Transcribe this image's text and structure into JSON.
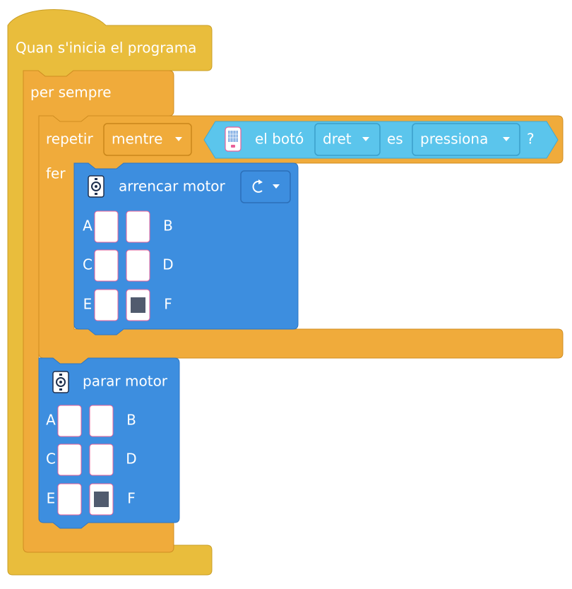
{
  "colors": {
    "hat_yellow": "#E9BD3C",
    "control_orange": "#F0AB3B",
    "motor_blue": "#3D8EDF",
    "sensor_cyan": "#5BC5EC",
    "port_off": "#FFFFFF",
    "port_on": "#515B6E",
    "port_border": "#E9619A"
  },
  "hat_block": {
    "label": "Quan s'inicia el programa"
  },
  "forever_block": {
    "label": "per sempre"
  },
  "repeat_block": {
    "label": "repetir",
    "do_label": "fer",
    "mode_dropdown": {
      "value": "mentre"
    },
    "condition": {
      "icon": "phone-icon",
      "label": "el botó",
      "button_dropdown": {
        "value": "dret"
      },
      "is_label": "es",
      "state_dropdown": {
        "value": "pressiona"
      },
      "question": "?"
    }
  },
  "start_motor_block": {
    "icon": "motor-icon",
    "label": "arrencar motor",
    "direction_dropdown": {
      "icon": "rotate-clockwise-icon"
    },
    "ports": [
      {
        "name": "A",
        "selected": false
      },
      {
        "name": "B",
        "selected": false
      },
      {
        "name": "C",
        "selected": false
      },
      {
        "name": "D",
        "selected": false
      },
      {
        "name": "E",
        "selected": false
      },
      {
        "name": "F",
        "selected": true
      }
    ]
  },
  "stop_motor_block": {
    "icon": "motor-icon",
    "label": "parar motor",
    "ports": [
      {
        "name": "A",
        "selected": false
      },
      {
        "name": "B",
        "selected": false
      },
      {
        "name": "C",
        "selected": false
      },
      {
        "name": "D",
        "selected": false
      },
      {
        "name": "E",
        "selected": false
      },
      {
        "name": "F",
        "selected": true
      }
    ]
  }
}
